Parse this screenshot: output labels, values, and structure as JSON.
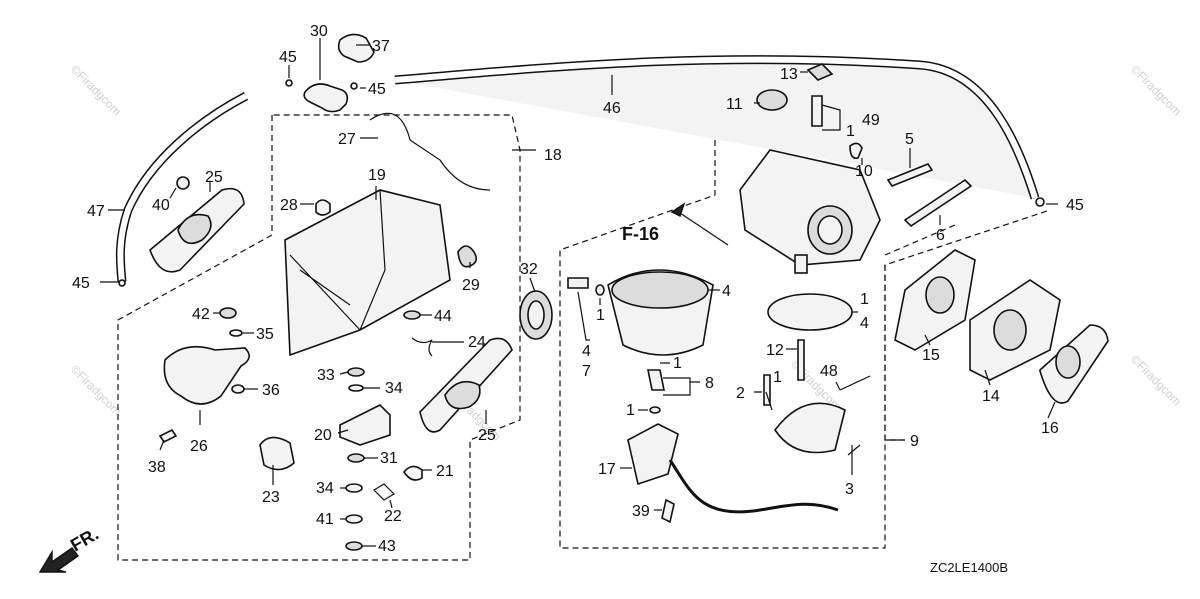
{
  "diagram": {
    "section_ref": "F-16",
    "direction_label": "FR.",
    "diagram_code": "ZC2LE1400B",
    "watermark": "©Firadgcom",
    "callouts": {
      "c1a": "1",
      "c1b": "1",
      "c1c": "1",
      "c1d": "1",
      "c1e": "1",
      "c1f": "1",
      "c2": "2",
      "c3": "3",
      "c4a": "4",
      "c4b": "4",
      "c4c": "4",
      "c5": "5",
      "c6": "6",
      "c7": "7",
      "c8": "8",
      "c9": "9",
      "c10": "10",
      "c11": "11",
      "c12": "12",
      "c13": "13",
      "c14": "14",
      "c15": "15",
      "c16": "16",
      "c17": "17",
      "c18": "18",
      "c19": "19",
      "c20": "20",
      "c21": "21",
      "c22": "22",
      "c23": "23",
      "c24": "24",
      "c25a": "25",
      "c25b": "25",
      "c26": "26",
      "c27": "27",
      "c28": "28",
      "c29": "29",
      "c30": "30",
      "c31": "31",
      "c32": "32",
      "c33": "33",
      "c34a": "34",
      "c34b": "34",
      "c35": "35",
      "c36": "36",
      "c37": "37",
      "c38": "38",
      "c39": "39",
      "c40": "40",
      "c41": "41",
      "c42": "42",
      "c43": "43",
      "c44": "44",
      "c45a": "45",
      "c45b": "45",
      "c45c": "45",
      "c45d": "45",
      "c46": "46",
      "c47": "47",
      "c48": "48",
      "c49": "49"
    }
  }
}
